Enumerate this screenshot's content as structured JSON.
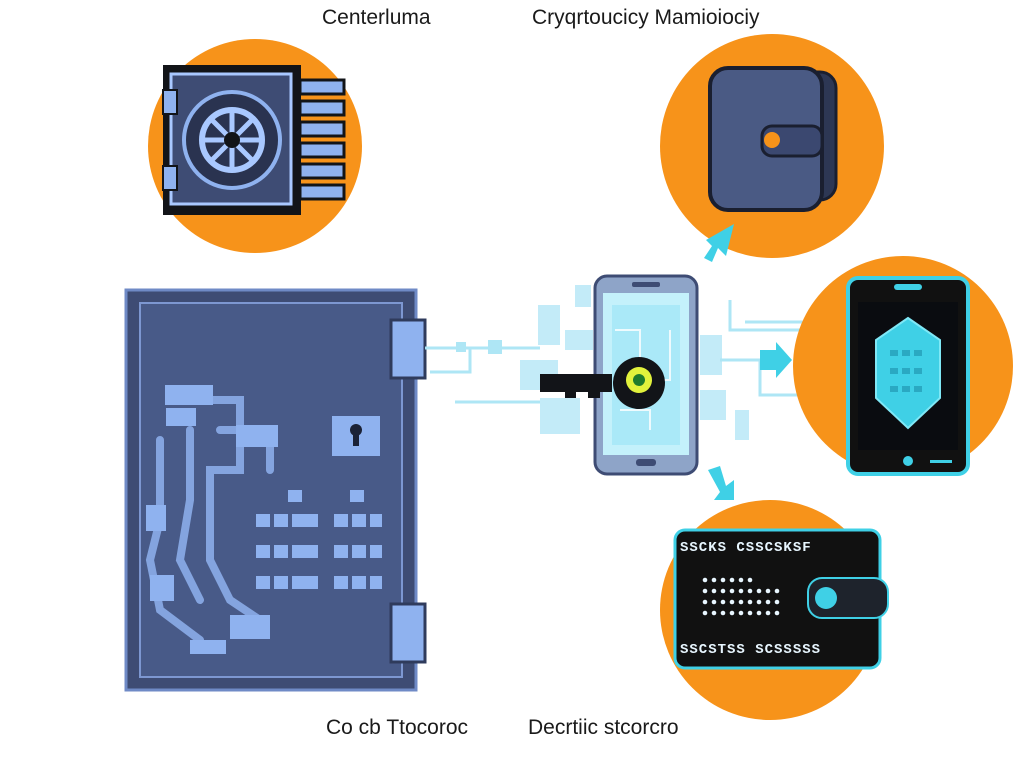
{
  "labels": {
    "top_left": "Centerluma",
    "top_right": "Cryqrtoucicy Mamioiociy",
    "bottom_left": "Co cb Ttocoroc",
    "bottom_right": "Decrtiic stcorcro"
  },
  "card": {
    "line1": "SSCKS CSSCSKSF",
    "line2": "SSCSTSS SCSSSSS"
  },
  "colors": {
    "orange": "#f7931a",
    "navy": "#3e4c74",
    "cyan": "#3fd0e6",
    "ink": "#111111"
  }
}
